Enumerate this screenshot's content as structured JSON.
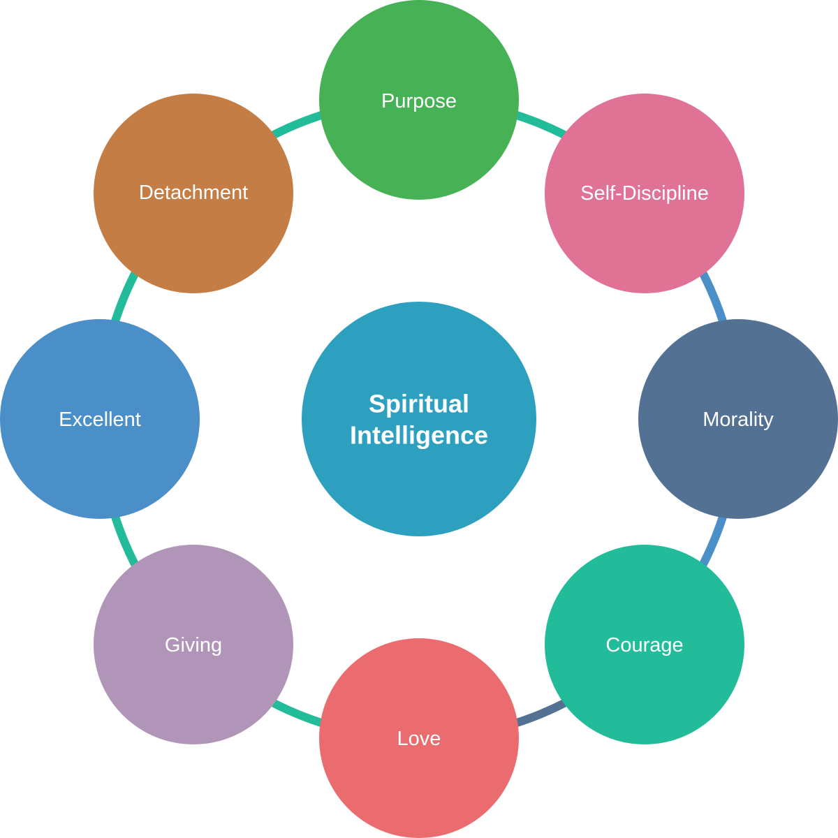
{
  "diagram": {
    "center": {
      "lines": [
        "Spiritual",
        "Intelligence"
      ],
      "color": "#2ea0bf"
    },
    "nodes": [
      {
        "label": "Purpose",
        "color": "#46b255"
      },
      {
        "label": "Self-Discipline",
        "color": "#e07296"
      },
      {
        "label": "Morality",
        "color": "#537193"
      },
      {
        "label": "Courage",
        "color": "#23bc9b"
      },
      {
        "label": "Love",
        "color": "#eb6c6f"
      },
      {
        "label": "Giving",
        "color": "#b095b8"
      },
      {
        "label": "Excellent",
        "color": "#4a8fc7"
      },
      {
        "label": "Detachment",
        "color": "#c47d45"
      }
    ],
    "connectors": [
      {
        "color": "#23bc9b"
      },
      {
        "color": "#4a8fc7"
      },
      {
        "color": "#4a8fc7"
      },
      {
        "color": "#537193"
      },
      {
        "color": "#23bc9b"
      },
      {
        "color": "#23bc9b"
      },
      {
        "color": "#23bc9b"
      },
      {
        "color": "#23bc9b"
      }
    ]
  }
}
